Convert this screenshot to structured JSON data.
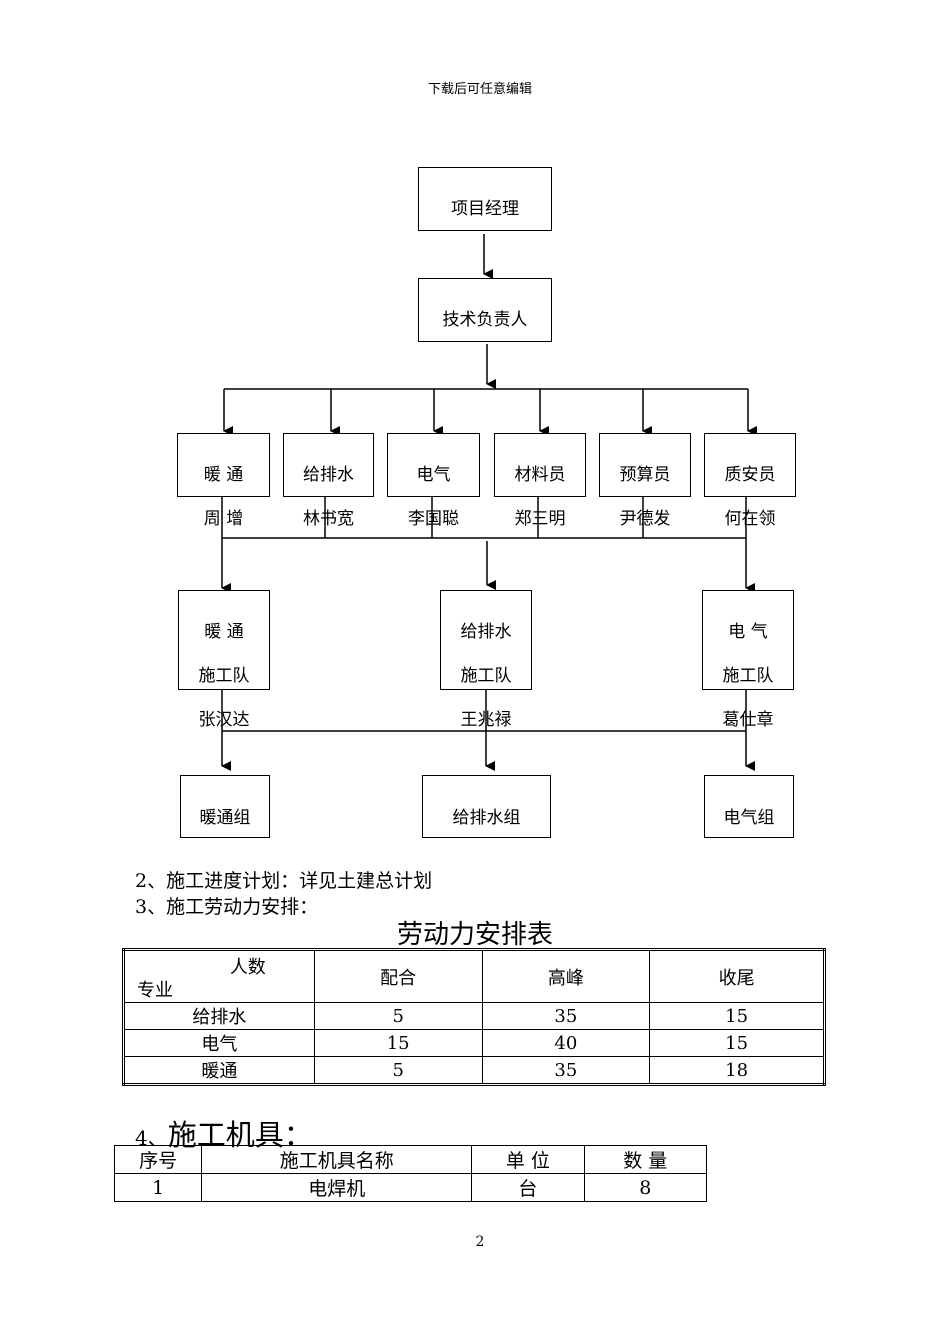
{
  "header_note": "下载后可任意编辑",
  "org_chart": {
    "manager": "项目经理",
    "tech_lead": "技术负责人",
    "staff": [
      {
        "line1": "暖  通",
        "line2": "周  增"
      },
      {
        "line1": "给排水",
        "line2": "林书宽"
      },
      {
        "line1": "电气",
        "line2": "李国聪"
      },
      {
        "line1": "材料员",
        "line2": "郑三明"
      },
      {
        "line1": "预算员",
        "line2": "尹德发"
      },
      {
        "line1": "质安员",
        "line2": "何在领"
      }
    ],
    "teams": [
      {
        "line1": "暖    通",
        "line2": "施工队",
        "line3": "张汉达"
      },
      {
        "line1": "给排水",
        "line2": "施工队",
        "line3": "王兆禄"
      },
      {
        "line1": "电    气",
        "line2": "施工队",
        "line3": "葛仕章"
      }
    ],
    "groups": [
      "暖通组",
      "给排水组",
      "电气组"
    ]
  },
  "paragraphs": {
    "p2": "2、施工进度计划：详见土建总计划",
    "p3": "3、施工劳动力安排："
  },
  "labor_table": {
    "title": "劳动力安排表",
    "corner_top": "人数",
    "corner_bottom": "专业",
    "columns": [
      "配合",
      "高峰",
      "收尾"
    ],
    "rows": [
      {
        "name": "给排水",
        "values": [
          "5",
          "35",
          "15"
        ]
      },
      {
        "name": "电气",
        "values": [
          "15",
          "40",
          "15"
        ]
      },
      {
        "name": "暖通",
        "values": [
          "5",
          "35",
          "18"
        ]
      }
    ]
  },
  "section4": {
    "num": "4、",
    "title": "施工机具："
  },
  "equipment_table": {
    "columns": [
      "序号",
      "施工机具名称",
      "单    位",
      "数    量"
    ],
    "rows": [
      [
        "1",
        "电焊机",
        "台",
        "8"
      ]
    ]
  },
  "page_number": "2"
}
